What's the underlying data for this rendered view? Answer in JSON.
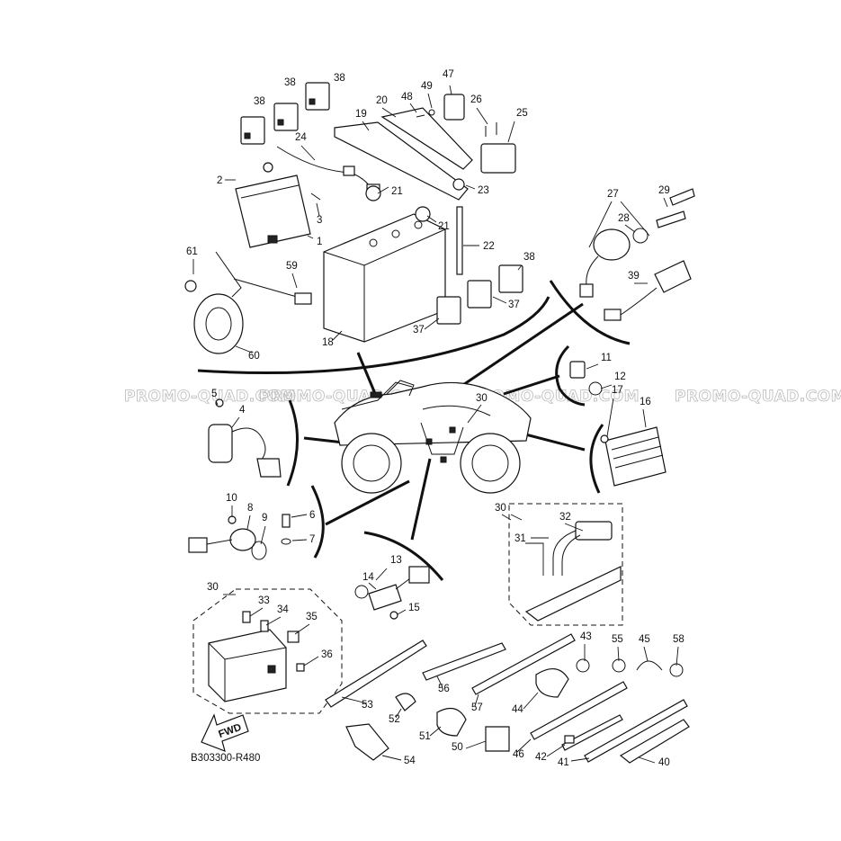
{
  "diagram_code": "B303300-R480",
  "fwd_label": "FWD",
  "watermark": "PROMO-QUAD.COM",
  "part_labels": [
    {
      "id": "p38a",
      "text": "38"
    },
    {
      "id": "p38b",
      "text": "38"
    },
    {
      "id": "p38c",
      "text": "38"
    },
    {
      "id": "p47",
      "text": "47"
    },
    {
      "id": "p48",
      "text": "48"
    },
    {
      "id": "p49",
      "text": "49"
    },
    {
      "id": "p20",
      "text": "20"
    },
    {
      "id": "p26",
      "text": "26"
    },
    {
      "id": "p25",
      "text": "25"
    },
    {
      "id": "p19",
      "text": "19"
    },
    {
      "id": "p24",
      "text": "24"
    },
    {
      "id": "p2",
      "text": "2"
    },
    {
      "id": "p3",
      "text": "3"
    },
    {
      "id": "p1",
      "text": "1"
    },
    {
      "id": "p21a",
      "text": "21"
    },
    {
      "id": "p21b",
      "text": "21"
    },
    {
      "id": "p23",
      "text": "23"
    },
    {
      "id": "p22",
      "text": "22"
    },
    {
      "id": "p27",
      "text": "27"
    },
    {
      "id": "p29",
      "text": "29"
    },
    {
      "id": "p28",
      "text": "28"
    },
    {
      "id": "p61",
      "text": "61"
    },
    {
      "id": "p59",
      "text": "59"
    },
    {
      "id": "p38d",
      "text": "38"
    },
    {
      "id": "p37a",
      "text": "37"
    },
    {
      "id": "p37b",
      "text": "37"
    },
    {
      "id": "p39",
      "text": "39"
    },
    {
      "id": "p18",
      "text": "18"
    },
    {
      "id": "p60",
      "text": "60"
    },
    {
      "id": "p11",
      "text": "11"
    },
    {
      "id": "p12",
      "text": "12"
    },
    {
      "id": "p30a",
      "text": "30"
    },
    {
      "id": "p5",
      "text": "5"
    },
    {
      "id": "p4",
      "text": "4"
    },
    {
      "id": "p17",
      "text": "17"
    },
    {
      "id": "p16",
      "text": "16"
    },
    {
      "id": "p10",
      "text": "10"
    },
    {
      "id": "p8",
      "text": "8"
    },
    {
      "id": "p6",
      "text": "6"
    },
    {
      "id": "p9",
      "text": "9"
    },
    {
      "id": "p7",
      "text": "7"
    },
    {
      "id": "p30b",
      "text": "30"
    },
    {
      "id": "p32",
      "text": "32"
    },
    {
      "id": "p31",
      "text": "31"
    },
    {
      "id": "p13",
      "text": "13"
    },
    {
      "id": "p14",
      "text": "14"
    },
    {
      "id": "p15",
      "text": "15"
    },
    {
      "id": "p30c",
      "text": "30"
    },
    {
      "id": "p33",
      "text": "33"
    },
    {
      "id": "p34",
      "text": "34"
    },
    {
      "id": "p35",
      "text": "35"
    },
    {
      "id": "p36",
      "text": "36"
    },
    {
      "id": "p43",
      "text": "43"
    },
    {
      "id": "p55",
      "text": "55"
    },
    {
      "id": "p45",
      "text": "45"
    },
    {
      "id": "p58",
      "text": "58"
    },
    {
      "id": "p53",
      "text": "53"
    },
    {
      "id": "p56",
      "text": "56"
    },
    {
      "id": "p57",
      "text": "57"
    },
    {
      "id": "p44",
      "text": "44"
    },
    {
      "id": "p52",
      "text": "52"
    },
    {
      "id": "p51",
      "text": "51"
    },
    {
      "id": "p50",
      "text": "50"
    },
    {
      "id": "p46",
      "text": "46"
    },
    {
      "id": "p42",
      "text": "42"
    },
    {
      "id": "p41",
      "text": "41"
    },
    {
      "id": "p40",
      "text": "40"
    },
    {
      "id": "p54",
      "text": "54"
    }
  ]
}
